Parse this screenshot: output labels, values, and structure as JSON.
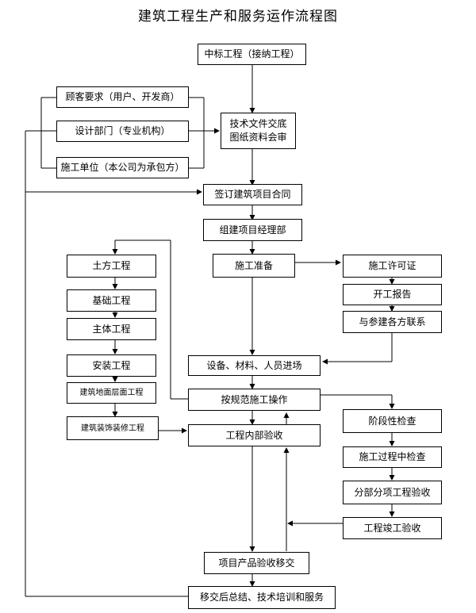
{
  "title": "建筑工程生产和服务运作流程图",
  "boxes": {
    "bid": "中标工程（接纳工程）",
    "customer": "顾客要求（用户、开发商）",
    "design": "设计部门（专业机构）",
    "construction_unit": "施工单位（本公司为承包方）",
    "tech_line1": "技术文件交底",
    "tech_line2": "图纸资料会审",
    "contract": "签订建筑项目合同",
    "dept": "组建项目经理部",
    "prep": "施工准备",
    "permit": "施工许可证",
    "report": "开工报告",
    "contact": "与参建各方联系",
    "earth": "土方工程",
    "foundation": "基础工程",
    "main_body": "主体工程",
    "install": "安装工程",
    "floor": "建筑地面层面工程",
    "decor": "建筑装饰装修工程",
    "entry": "设备、材料、人员进场",
    "operate": "按规范施工操作",
    "internal": "工程内部验收",
    "stage": "阶段性检查",
    "process": "施工过程中检查",
    "subitem": "分部分项工程验收",
    "completion": "工程竣工验收",
    "handover": "项目产品验收移交",
    "summary": "移交后总结、技术培训和服务"
  }
}
